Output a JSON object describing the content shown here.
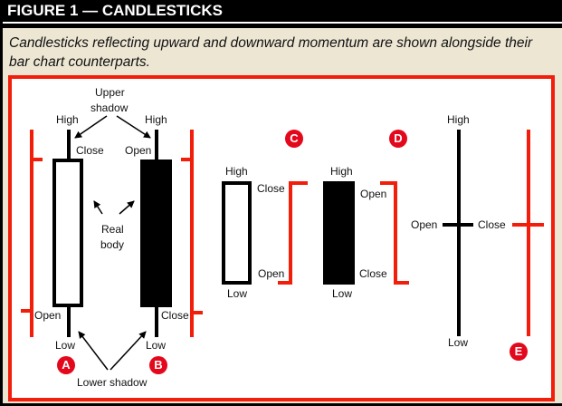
{
  "figure": {
    "title": "FIGURE 1 — CANDLESTICKS",
    "caption": "Candlesticks reflecting upward and downward momentum are shown alongside their bar chart counterparts."
  },
  "colors": {
    "accent_red": "#f21d0a",
    "badge_red": "#e4081c",
    "panel_bg": "#ede6d3",
    "candle": "#000000"
  },
  "annotations": {
    "upper_shadow_1": "Upper",
    "upper_shadow_2": "shadow",
    "real_body_1": "Real",
    "real_body_2": "body",
    "lower_shadow": "Lower shadow"
  },
  "candles": {
    "A": {
      "badge": "A",
      "type": "up",
      "high": "High",
      "low": "Low",
      "top": "Close",
      "bottom": "Open"
    },
    "B": {
      "badge": "B",
      "type": "down",
      "high": "High",
      "low": "Low",
      "top": "Open",
      "bottom": "Close"
    },
    "C": {
      "badge": "C",
      "type": "up-no-shadow",
      "high": "High",
      "low": "Low",
      "top": "Close",
      "bottom": "Open"
    },
    "D": {
      "badge": "D",
      "type": "down-no-shadow",
      "high": "High",
      "low": "Low",
      "top": "Open",
      "bottom": "Close"
    },
    "E": {
      "badge": "E",
      "type": "doji",
      "high": "High",
      "low": "Low",
      "left": "Open",
      "right": "Close"
    }
  }
}
